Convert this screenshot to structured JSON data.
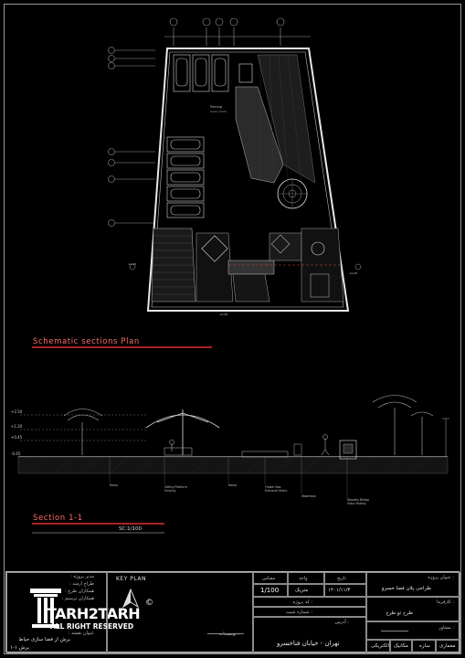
{
  "plan": {
    "title": "Schematic sections Plan",
    "grid_top": [
      "A",
      "B",
      "C",
      "D",
      "E"
    ],
    "grid_left": [
      "1",
      "2",
      "3",
      "4",
      "5",
      "6"
    ],
    "parking_label": "Parking",
    "parking_sub": "Scale:1/100"
  },
  "section": {
    "title": "Section 1-1",
    "scale": "SC:1/100",
    "levels": [
      "+2.50",
      "+1.20",
      "+0.45",
      "-0.45"
    ],
    "labels": [
      "Ramp",
      "Sitting Platform",
      "Fencing",
      "Ramp",
      "Flower Box",
      "Entrance Stairs",
      "Waterway",
      "Wooden Bridge",
      "Glass Railing"
    ]
  },
  "titleblock": {
    "left_rows": [
      "مدیر پروژه :",
      "طراح ارشد :",
      "همکاران طرح :",
      "همکاران ترسیم :",
      "عنوان نقشه :"
    ],
    "sheet_title_1": "برش از فضا سازی حیاط",
    "sheet_title_2": "برش ۱-۱",
    "logo_main": "TARH2TARH",
    "logo_sub": "ALL RIGHT RESERVED",
    "logo_mark": "©",
    "key_plan": "KEY PLAN",
    "notes_label": ": توضیحات",
    "scale_label": "مقیاس",
    "scale_value": "1/100",
    "unit_label": "واحد",
    "unit_value": "متریک",
    "date_label": "تاریخ",
    "date_value": "۱۴۰۱/۱۱/۳",
    "code_label": ": کد پروژه",
    "sheet_no_label": ": شماره شیت",
    "address_label": ": آدرس",
    "address_value": "تهران - خیابان فناخسرو",
    "project_label": ": عنوان پروژه",
    "project_value": "طراحی پلان فضا خسرو",
    "employer_label": ": کارفرما",
    "employer_value": "طرح تو طرح",
    "consultant_label": ": مشاور",
    "disciplines": [
      "معماری",
      "سازه",
      "مکانیک",
      "الکتریکی"
    ]
  }
}
